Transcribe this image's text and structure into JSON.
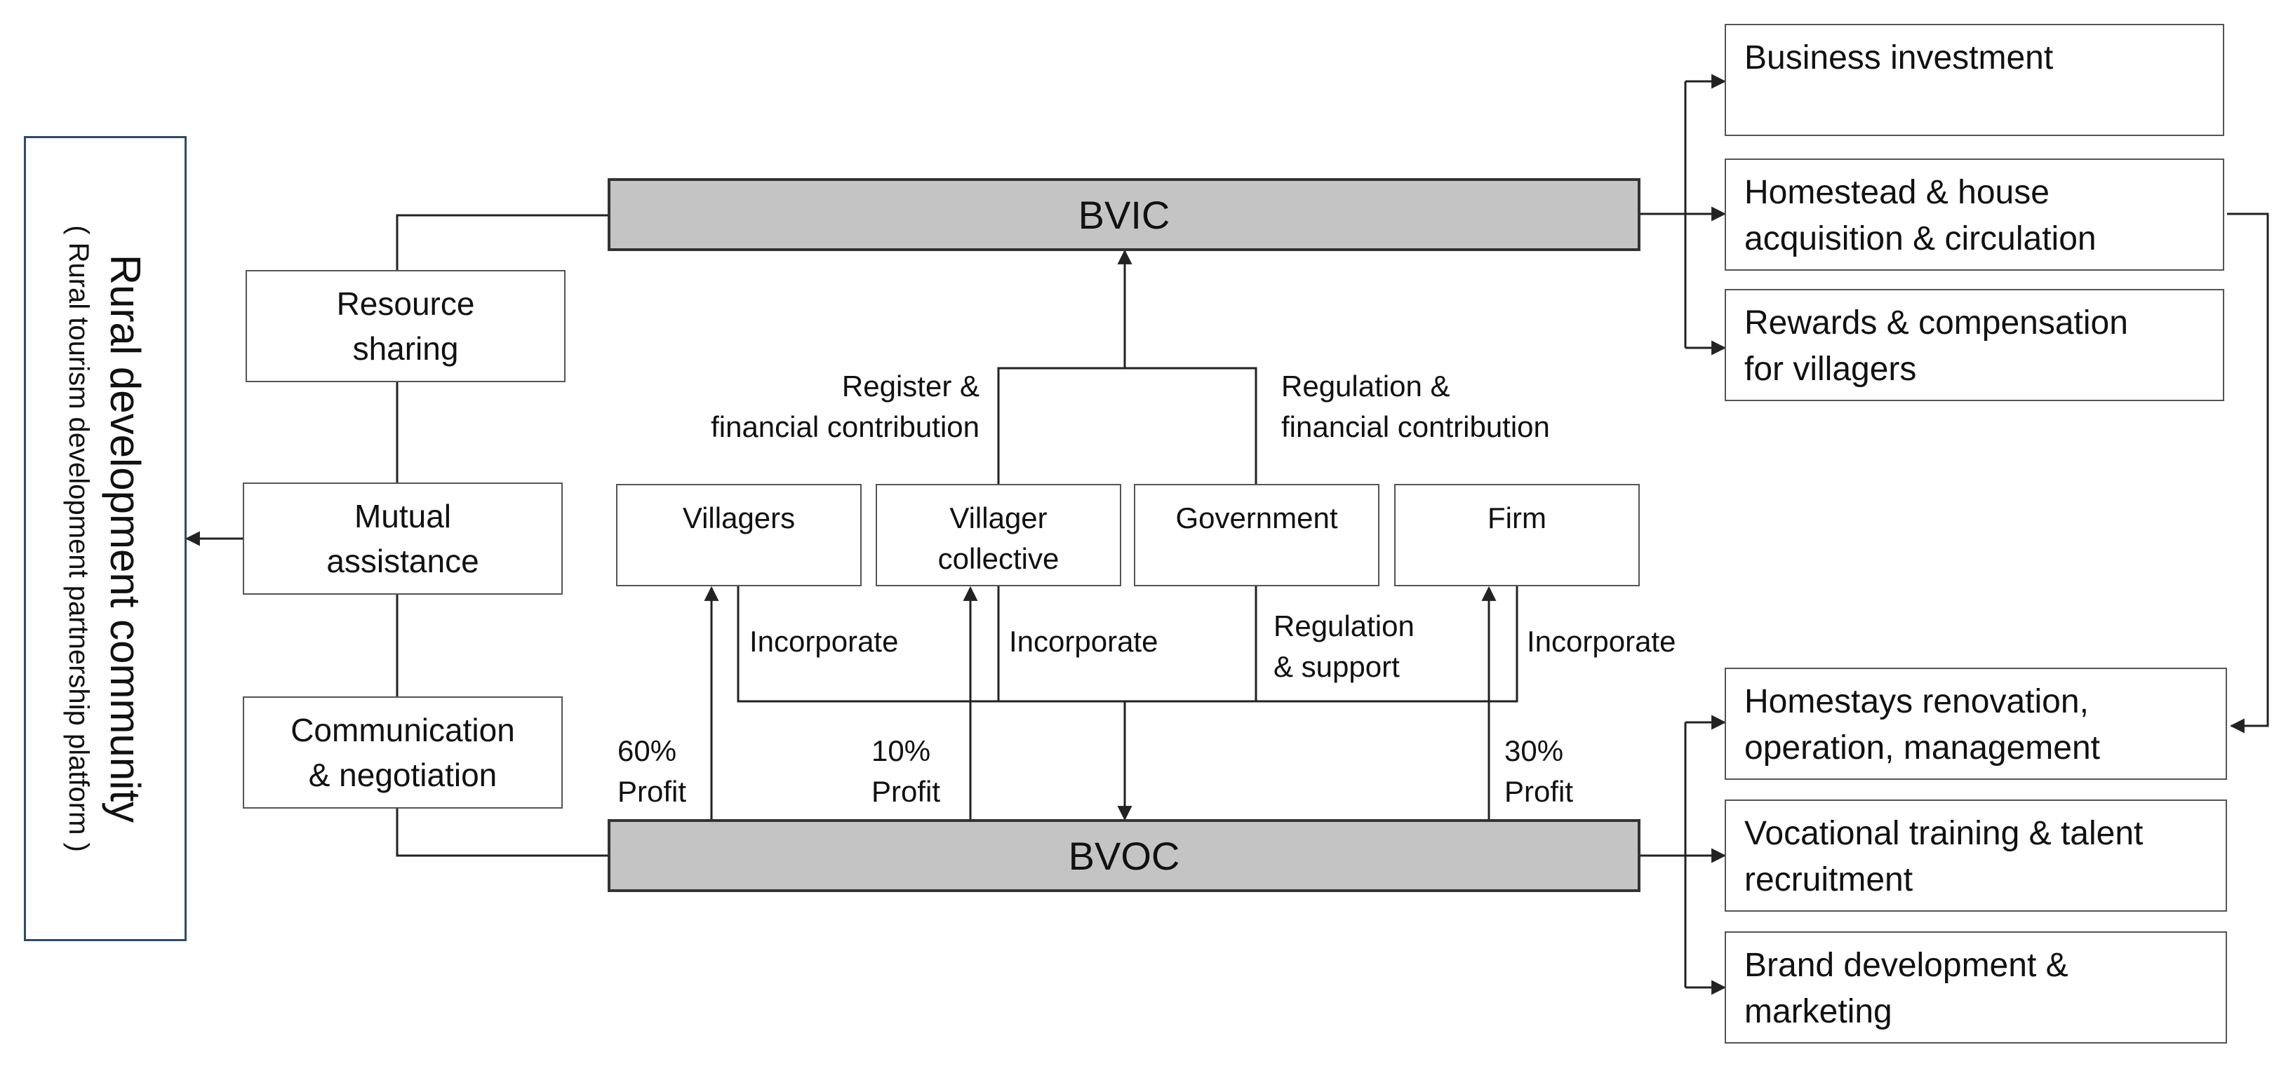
{
  "community": {
    "title": "Rural development community",
    "subtitle": "( Rural tourism development partnership platform )"
  },
  "bvic": {
    "label": "BVIC"
  },
  "bvoc": {
    "label": "BVOC"
  },
  "left_boxes": [
    {
      "lines": [
        "Resource",
        "sharing"
      ]
    },
    {
      "lines": [
        "Mutual",
        "assistance"
      ]
    },
    {
      "lines": [
        "Communication",
        "& negotiation"
      ]
    }
  ],
  "stakeholders": [
    {
      "lines": [
        "Villagers"
      ]
    },
    {
      "lines": [
        "Villager",
        "collective"
      ]
    },
    {
      "lines": [
        "Government"
      ]
    },
    {
      "lines": [
        "Firm"
      ]
    }
  ],
  "upper_labels": {
    "left": [
      "Register &",
      "financial contribution"
    ],
    "right": [
      "Regulation &",
      "financial contribution"
    ]
  },
  "lower_labels": {
    "incorporate_1": "Incorporate",
    "incorporate_2": "Incorporate",
    "regulation_support": [
      "Regulation",
      "& support"
    ],
    "incorporate_3": "Incorporate"
  },
  "profits": [
    {
      "lines": [
        "60%",
        "Profit"
      ]
    },
    {
      "lines": [
        "10%",
        "Profit"
      ]
    },
    {
      "lines": [
        "30%",
        "Profit"
      ]
    }
  ],
  "right_top": [
    {
      "lines": [
        "Business investment"
      ]
    },
    {
      "lines": [
        "Homestead & house",
        "acquisition & circulation"
      ]
    },
    {
      "lines": [
        "Rewards & compensation",
        "for villagers"
      ]
    }
  ],
  "right_bottom": [
    {
      "lines": [
        "Homestays renovation,",
        "operation, management"
      ]
    },
    {
      "lines": [
        "Vocational training & talent",
        "recruitment"
      ]
    },
    {
      "lines": [
        "Brand development &",
        "marketing"
      ]
    }
  ],
  "colors": {
    "bar_fill": "#c4c4c4",
    "community_border": "#2e4a6b",
    "line": "#222222"
  }
}
